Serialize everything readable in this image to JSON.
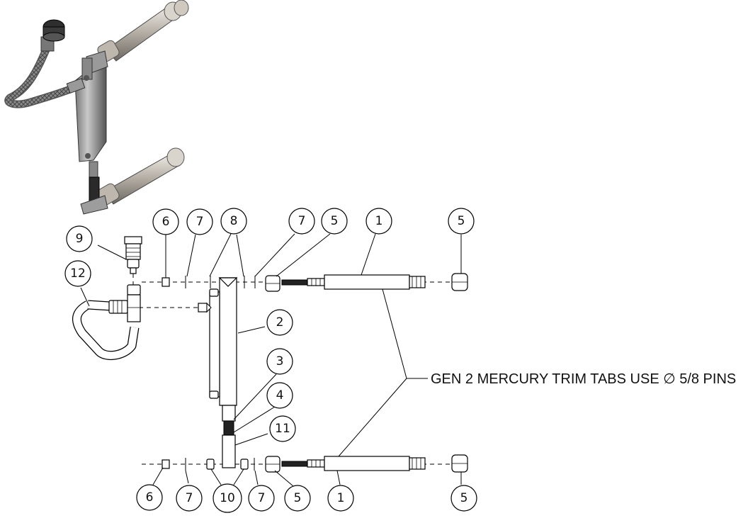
{
  "note": "GEN 2 MERCURY TRIM TABS USE ∅ 5/8 PINS",
  "balloons": [
    "6",
    "7",
    "8",
    "7",
    "5",
    "1",
    "5",
    "9",
    "12",
    "2",
    "3",
    "4",
    "11",
    "6",
    "7",
    "10",
    "7",
    "5",
    "1",
    "5"
  ]
}
